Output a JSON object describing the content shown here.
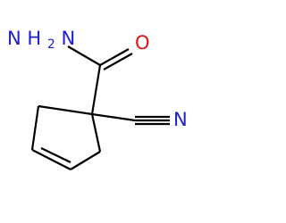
{
  "molecule": {
    "atoms": {
      "amide_n": {
        "element": "N",
        "hydrogens": "2"
      },
      "carbonyl_o": {
        "element": "O"
      },
      "nitrile_n": {
        "element": "N"
      }
    },
    "colors": {
      "carbon": "#000000",
      "nitrogen": "#2020c8",
      "oxygen": "#e01414",
      "background": "#ffffff"
    }
  }
}
